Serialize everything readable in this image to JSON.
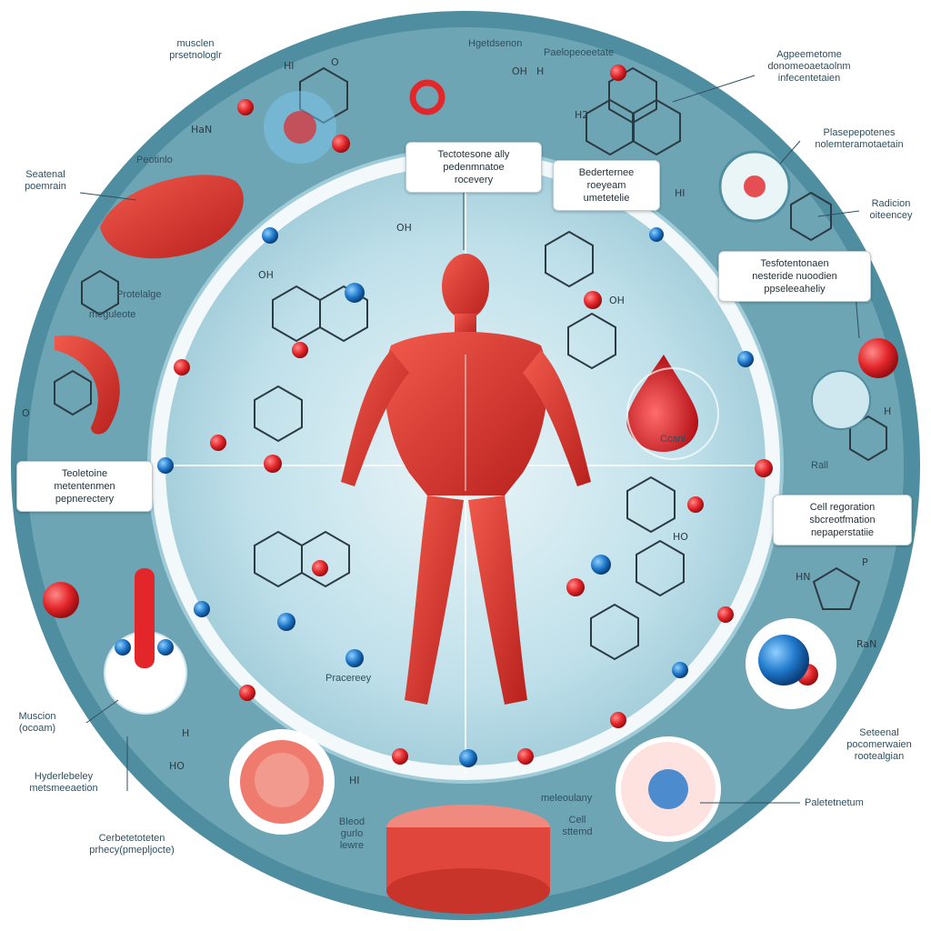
{
  "colors": {
    "ring_outer": "#4f8ea0",
    "ring_inner": "#cfe7ee",
    "track": "#f3f8fa",
    "muscle": "#d9322d",
    "atom_red": "#e3262a",
    "atom_blue": "#1f77c9",
    "label_text": "#2f4f5e"
  },
  "callouts": {
    "top_center": {
      "line1": "Tectotesone ally",
      "line2": "pedenmnatoe",
      "line3": "rocevery"
    },
    "top_mid_right": {
      "line1": "Bederternee",
      "line2": "roeyeam",
      "line3": "umetetelie"
    },
    "right_upper": {
      "line1": "Tesfotentonaen",
      "line2": "nesteride nuoodien",
      "line3": "ppseleeaheliy"
    },
    "left_mid": {
      "line1": "Teoletoine",
      "line2": "metentenmen",
      "line3": "pepnerectery"
    },
    "right_mid": {
      "line1": "Cell regoration",
      "line2": "sbcreotfmation",
      "line3": "nepaperstatiie"
    }
  },
  "labels": {
    "muscle_physiology": {
      "line1": "musclen",
      "line2": "prsetnologlr"
    },
    "hydration": "Hgetdsenon",
    "paelopeoctate": "Paelopeoeetate",
    "agpesmetome": {
      "line1": "Agpeemetome",
      "line2": "donomeoaetaolnm",
      "line3": "infecentetaien"
    },
    "placepeptenes": {
      "line1": "Plasepepotenes",
      "line2": "nolemteramotaetain"
    },
    "radiation_oxiencey": {
      "line1": "Radicion",
      "line2": "oiteencey"
    },
    "seatenal_poemrain": {
      "line1": "Seatenal",
      "line2": "poemrain"
    },
    "protein": "Peotinlo",
    "protelalgs": "Protelalge",
    "megulaeie": "meguleote",
    "muscle_ocoam": {
      "line1": "Muscion",
      "line2": "(ocoam)"
    },
    "hyderlebeley": {
      "line1": "Hyderlebeley",
      "line2": "metsmeeaetion"
    },
    "cerbetetoten": {
      "line1": "Cerbetetoteten",
      "line2": "prhecy(pmepljocte)"
    },
    "bleod_gurlo_lewre": {
      "line1": "Bleod",
      "line2": "gurlo",
      "line3": "lewre"
    },
    "moleculary": "meleoulany",
    "cell_stemd": {
      "line1": "Cell",
      "line2": "sttemd"
    },
    "seteenal_pocomerwaien": {
      "line1": "Seteenal",
      "line2": "pocomerwaien",
      "line3": "rootealgian"
    },
    "paletetnetum": "Paletetnetum",
    "pracercy": "Pracereey",
    "ccani": "Ccani",
    "rall": "Rall"
  },
  "chem": [
    "HI",
    "OH",
    "H",
    "HaN",
    "HO",
    "H2",
    "O",
    "HI",
    "OH",
    "HN",
    "RaN",
    "HI",
    "HO",
    "P",
    "H",
    "OH",
    "H",
    "OH",
    "O"
  ]
}
